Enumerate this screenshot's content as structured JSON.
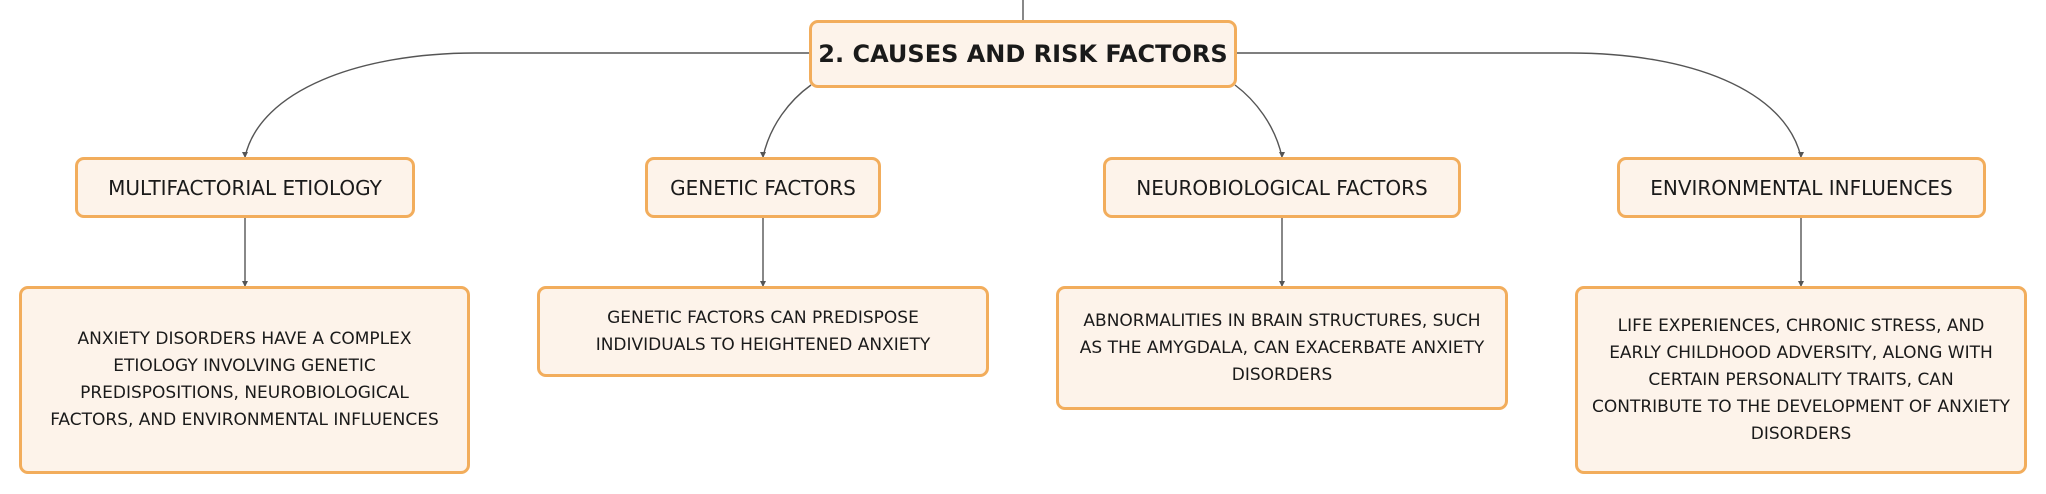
{
  "root": {
    "label": "2. CAUSES AND RISK FACTORS"
  },
  "branches": [
    {
      "title": "MULTIFACTORIAL ETIOLOGY",
      "description": "ANXIETY DISORDERS HAVE A COMPLEX ETIOLOGY INVOLVING GENETIC PREDISPOSITIONS, NEUROBIOLOGICAL FACTORS, AND ENVIRONMENTAL INFLUENCES"
    },
    {
      "title": "GENETIC FACTORS",
      "description": "GENETIC FACTORS CAN PREDISPOSE INDIVIDUALS TO HEIGHTENED ANXIETY"
    },
    {
      "title": "NEUROBIOLOGICAL FACTORS",
      "description": "ABNORMALITIES IN BRAIN STRUCTURES, SUCH AS THE AMYGDALA, CAN EXACERBATE ANXIETY DISORDERS"
    },
    {
      "title": "ENVIRONMENTAL INFLUENCES",
      "description": "LIFE EXPERIENCES, CHRONIC STRESS, AND EARLY CHILDHOOD ADVERSITY, ALONG WITH CERTAIN PERSONALITY TRAITS, CAN CONTRIBUTE TO THE DEVELOPMENT OF ANXIETY DISORDERS"
    }
  ],
  "colors": {
    "node_fill": "#fdf3ea",
    "node_border": "#f2ad5c",
    "connector": "#555555"
  }
}
